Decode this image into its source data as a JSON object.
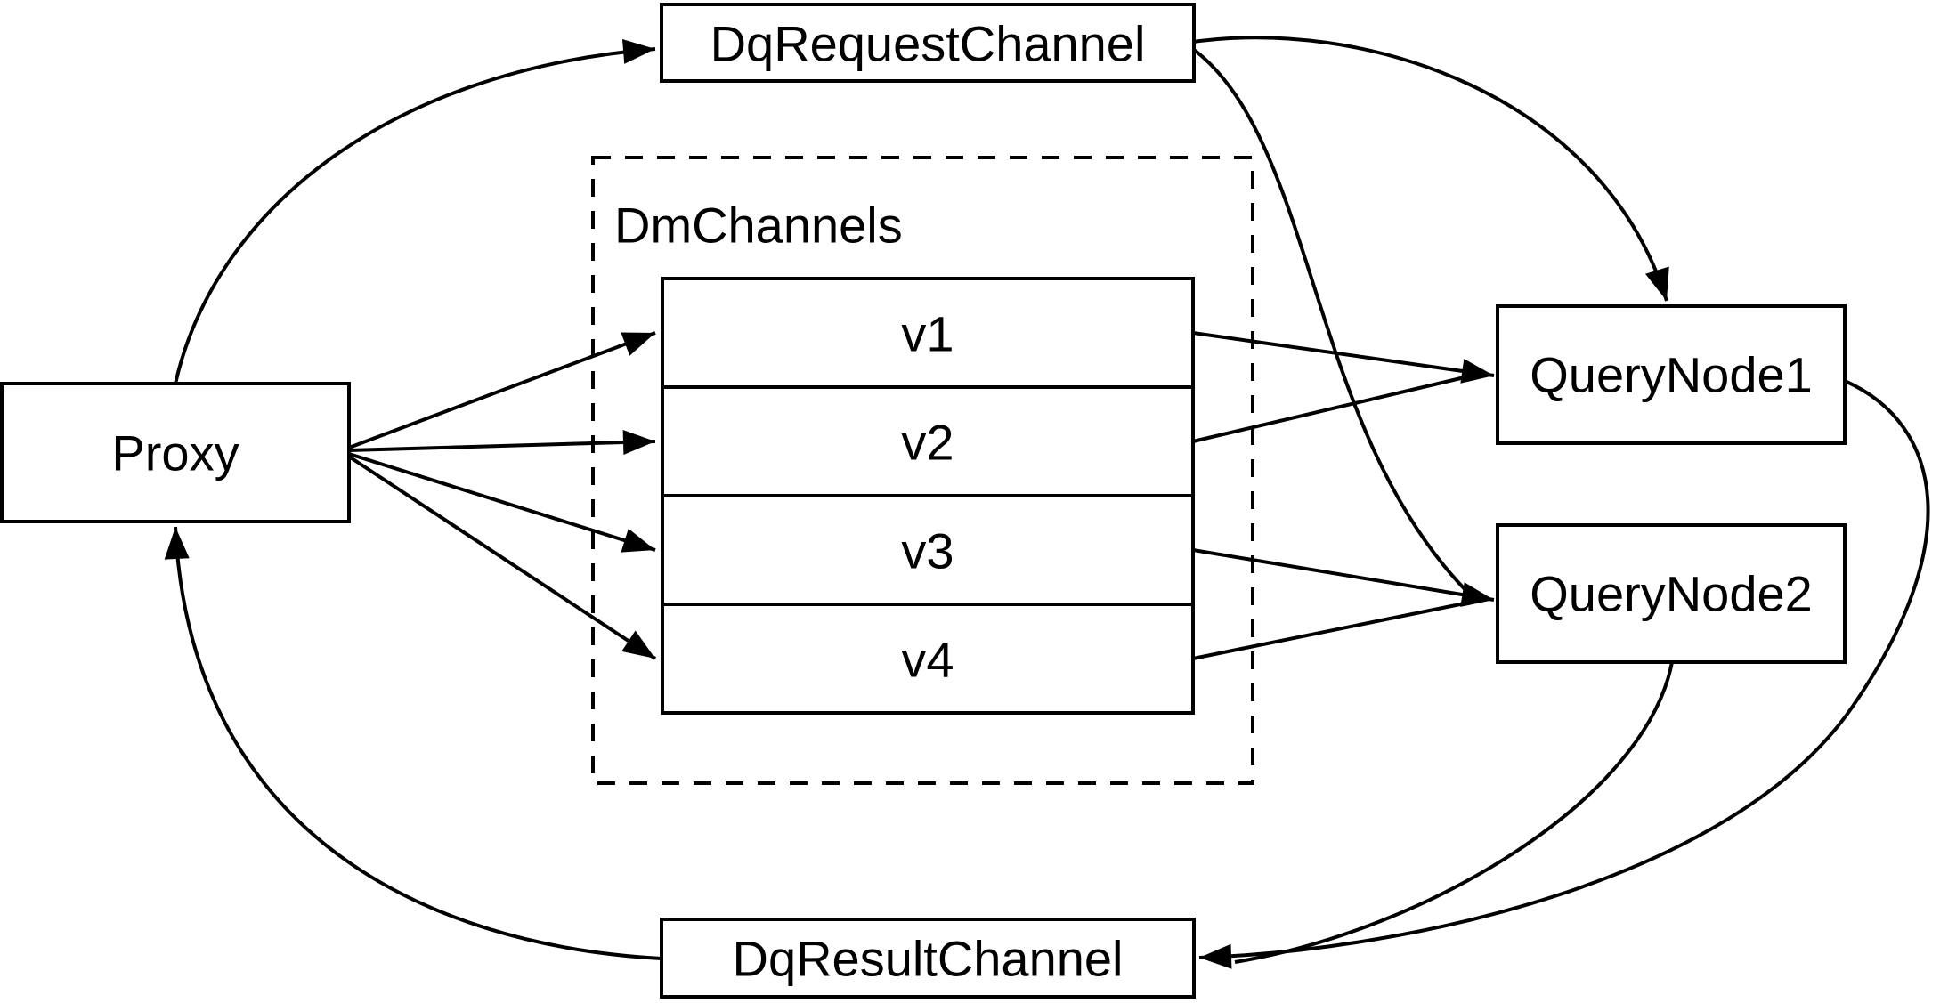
{
  "diagram_type": "architecture-flow-diagram",
  "colors": {
    "stroke": "#000000",
    "background": "#ffffff",
    "box_fill": "#ffffff",
    "text": "#000000"
  },
  "nodes": {
    "dq_request_channel": {
      "label": "DqRequestChannel",
      "shape": "rectangle"
    },
    "dm_channels": {
      "label": "DmChannels",
      "shape": "dashed-group"
    },
    "v1": {
      "label": "v1",
      "shape": "stack-row"
    },
    "v2": {
      "label": "v2",
      "shape": "stack-row"
    },
    "v3": {
      "label": "v3",
      "shape": "stack-row"
    },
    "v4": {
      "label": "v4",
      "shape": "stack-row"
    },
    "proxy": {
      "label": "Proxy",
      "shape": "rectangle"
    },
    "query_node_1": {
      "label": "QueryNode1",
      "shape": "rectangle"
    },
    "query_node_2": {
      "label": "QueryNode2",
      "shape": "rectangle"
    },
    "dq_result_channel": {
      "label": "DqResultChannel",
      "shape": "rectangle"
    }
  },
  "edges": [
    {
      "from": "Proxy",
      "to": "DqRequestChannel",
      "style": "curved-arrow"
    },
    {
      "from": "Proxy",
      "to": "v1",
      "style": "straight-arrow"
    },
    {
      "from": "Proxy",
      "to": "v2",
      "style": "straight-arrow"
    },
    {
      "from": "Proxy",
      "to": "v3",
      "style": "straight-arrow"
    },
    {
      "from": "Proxy",
      "to": "v4",
      "style": "straight-arrow"
    },
    {
      "from": "DqRequestChannel",
      "to": "QueryNode1",
      "style": "curved-arrow"
    },
    {
      "from": "DqRequestChannel",
      "to": "QueryNode2",
      "style": "curved-arrow"
    },
    {
      "from": "v1",
      "to": "QueryNode1",
      "style": "straight-arrow"
    },
    {
      "from": "v2",
      "to": "QueryNode1",
      "style": "straight-arrow"
    },
    {
      "from": "v3",
      "to": "QueryNode2",
      "style": "straight-arrow"
    },
    {
      "from": "v4",
      "to": "QueryNode2",
      "style": "straight-arrow"
    },
    {
      "from": "QueryNode1",
      "to": "DqResultChannel",
      "style": "curved-arrow"
    },
    {
      "from": "QueryNode2",
      "to": "DqResultChannel",
      "style": "curved-arrow"
    },
    {
      "from": "DqResultChannel",
      "to": "Proxy",
      "style": "curved-arrow"
    }
  ]
}
